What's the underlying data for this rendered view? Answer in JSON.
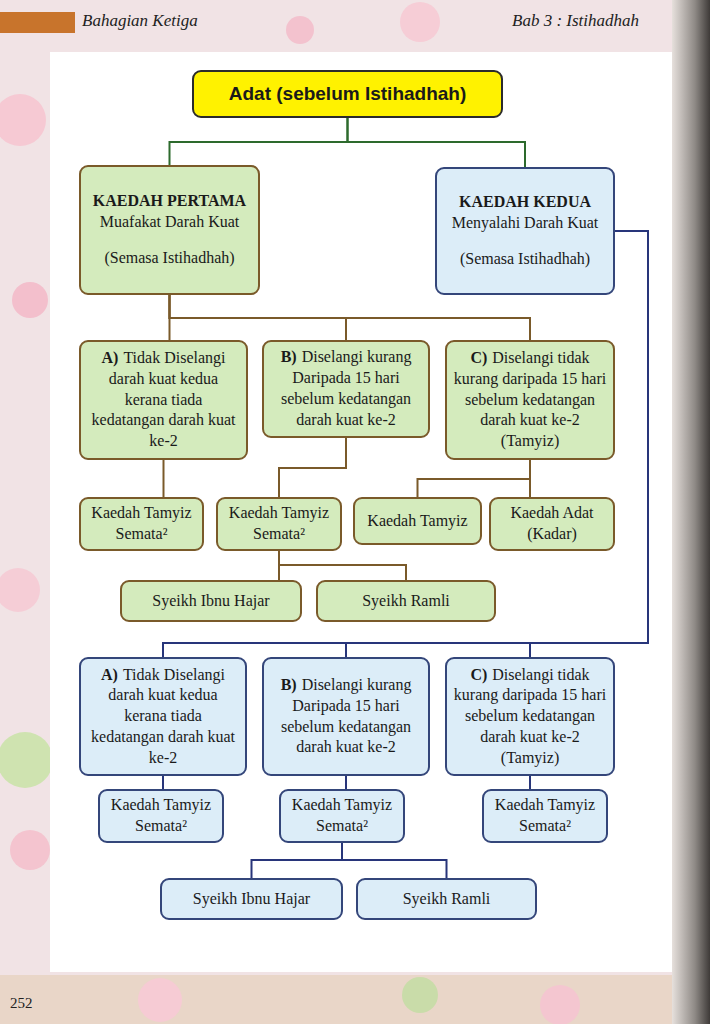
{
  "diagram": {
    "nodes": [
      {
        "text": [
          "Adat (sebelum Istihadhah)"
        ]
      },
      {
        "text": [
          "KAEDAH PERTAMA",
          "Muafakat Darah Kuat",
          "(Semasa Istihadhah)"
        ]
      },
      {
        "text": [
          "KAEDAH KEDUA",
          "Menyalahi Darah Kuat",
          "(Semasa Istihadhah)"
        ]
      },
      {
        "text": [
          "A)",
          "Tidak Diselangi darah kuat kedua kerana tiada kedatangan darah kuat ke-2"
        ]
      },
      {
        "text": [
          "B)",
          "Diselangi kurang Daripada 15 hari sebelum kedatangan darah kuat ke-2"
        ]
      },
      {
        "text": [
          "C)",
          "Diselangi tidak kurang daripada 15 hari sebelum kedatangan darah kuat ke-2 (Tamyiz)"
        ]
      },
      {
        "text": [
          "Kaedah Tamyiz Semata²"
        ]
      },
      {
        "text": [
          "Kaedah Tamyiz Semata²"
        ]
      },
      {
        "text": [
          "Kaedah Tamyiz"
        ]
      },
      {
        "text": [
          "Kaedah Adat (Kadar)"
        ]
      },
      {
        "text": [
          "Syeikh Ibnu Hajar"
        ]
      },
      {
        "text": [
          "Syeikh Ramli"
        ]
      },
      {
        "text": [
          "A)",
          "Tidak Diselangi darah kuat kedua kerana tiada kedatangan darah kuat ke-2"
        ]
      },
      {
        "text": [
          "B)",
          "Diselangi kurang Daripada 15 hari sebelum kedatangan darah kuat ke-2"
        ]
      },
      {
        "text": [
          "C)",
          "Diselangi tidak kurang daripada 15 hari sebelum kedatangan darah kuat ke-2 (Tamyiz)"
        ]
      },
      {
        "text": [
          "Kaedah Tamyiz Semata²"
        ]
      },
      {
        "text": [
          "Kaedah Tamyiz Semata²"
        ]
      },
      {
        "text": [
          "Kaedah Tamyiz Semata²"
        ]
      },
      {
        "text": [
          "Syeikh Ibnu Hajar"
        ]
      },
      {
        "text": [
          "Syeikh Ramli"
        ]
      }
    ],
    "edges": [
      {
        "from": 0,
        "to": 1,
        "arrow": "none"
      },
      {
        "from": 0,
        "to": 2,
        "arrow": "none"
      },
      {
        "from": 1,
        "to": 3,
        "arrow": "none"
      },
      {
        "from": 1,
        "to": 4,
        "arrow": "none"
      },
      {
        "from": 1,
        "to": 5,
        "arrow": "none"
      },
      {
        "from": 3,
        "to": 6,
        "arrow": "none"
      },
      {
        "from": 4,
        "to": 7,
        "arrow": "none"
      },
      {
        "from": 5,
        "to": 8,
        "arrow": "none"
      },
      {
        "from": 5,
        "to": 9,
        "arrow": "none"
      },
      {
        "from": 7,
        "to": 10,
        "arrow": "none"
      },
      {
        "from": 7,
        "to": 11,
        "arrow": "none"
      },
      {
        "from": 2,
        "to": 12,
        "arrow": "none"
      },
      {
        "from": 2,
        "to": 13,
        "arrow": "none"
      },
      {
        "from": 2,
        "to": 14,
        "arrow": "none"
      },
      {
        "from": 12,
        "to": 15,
        "arrow": "none"
      },
      {
        "from": 13,
        "to": 16,
        "arrow": "none"
      },
      {
        "from": 14,
        "to": 17,
        "arrow": "none"
      },
      {
        "from": 16,
        "to": 18,
        "arrow": "none"
      },
      {
        "from": 16,
        "to": 19,
        "arrow": "none"
      }
    ],
    "labels": [
      "Bahagian Ketiga",
      "Bab 3 : Istihadhah",
      "252"
    ]
  }
}
